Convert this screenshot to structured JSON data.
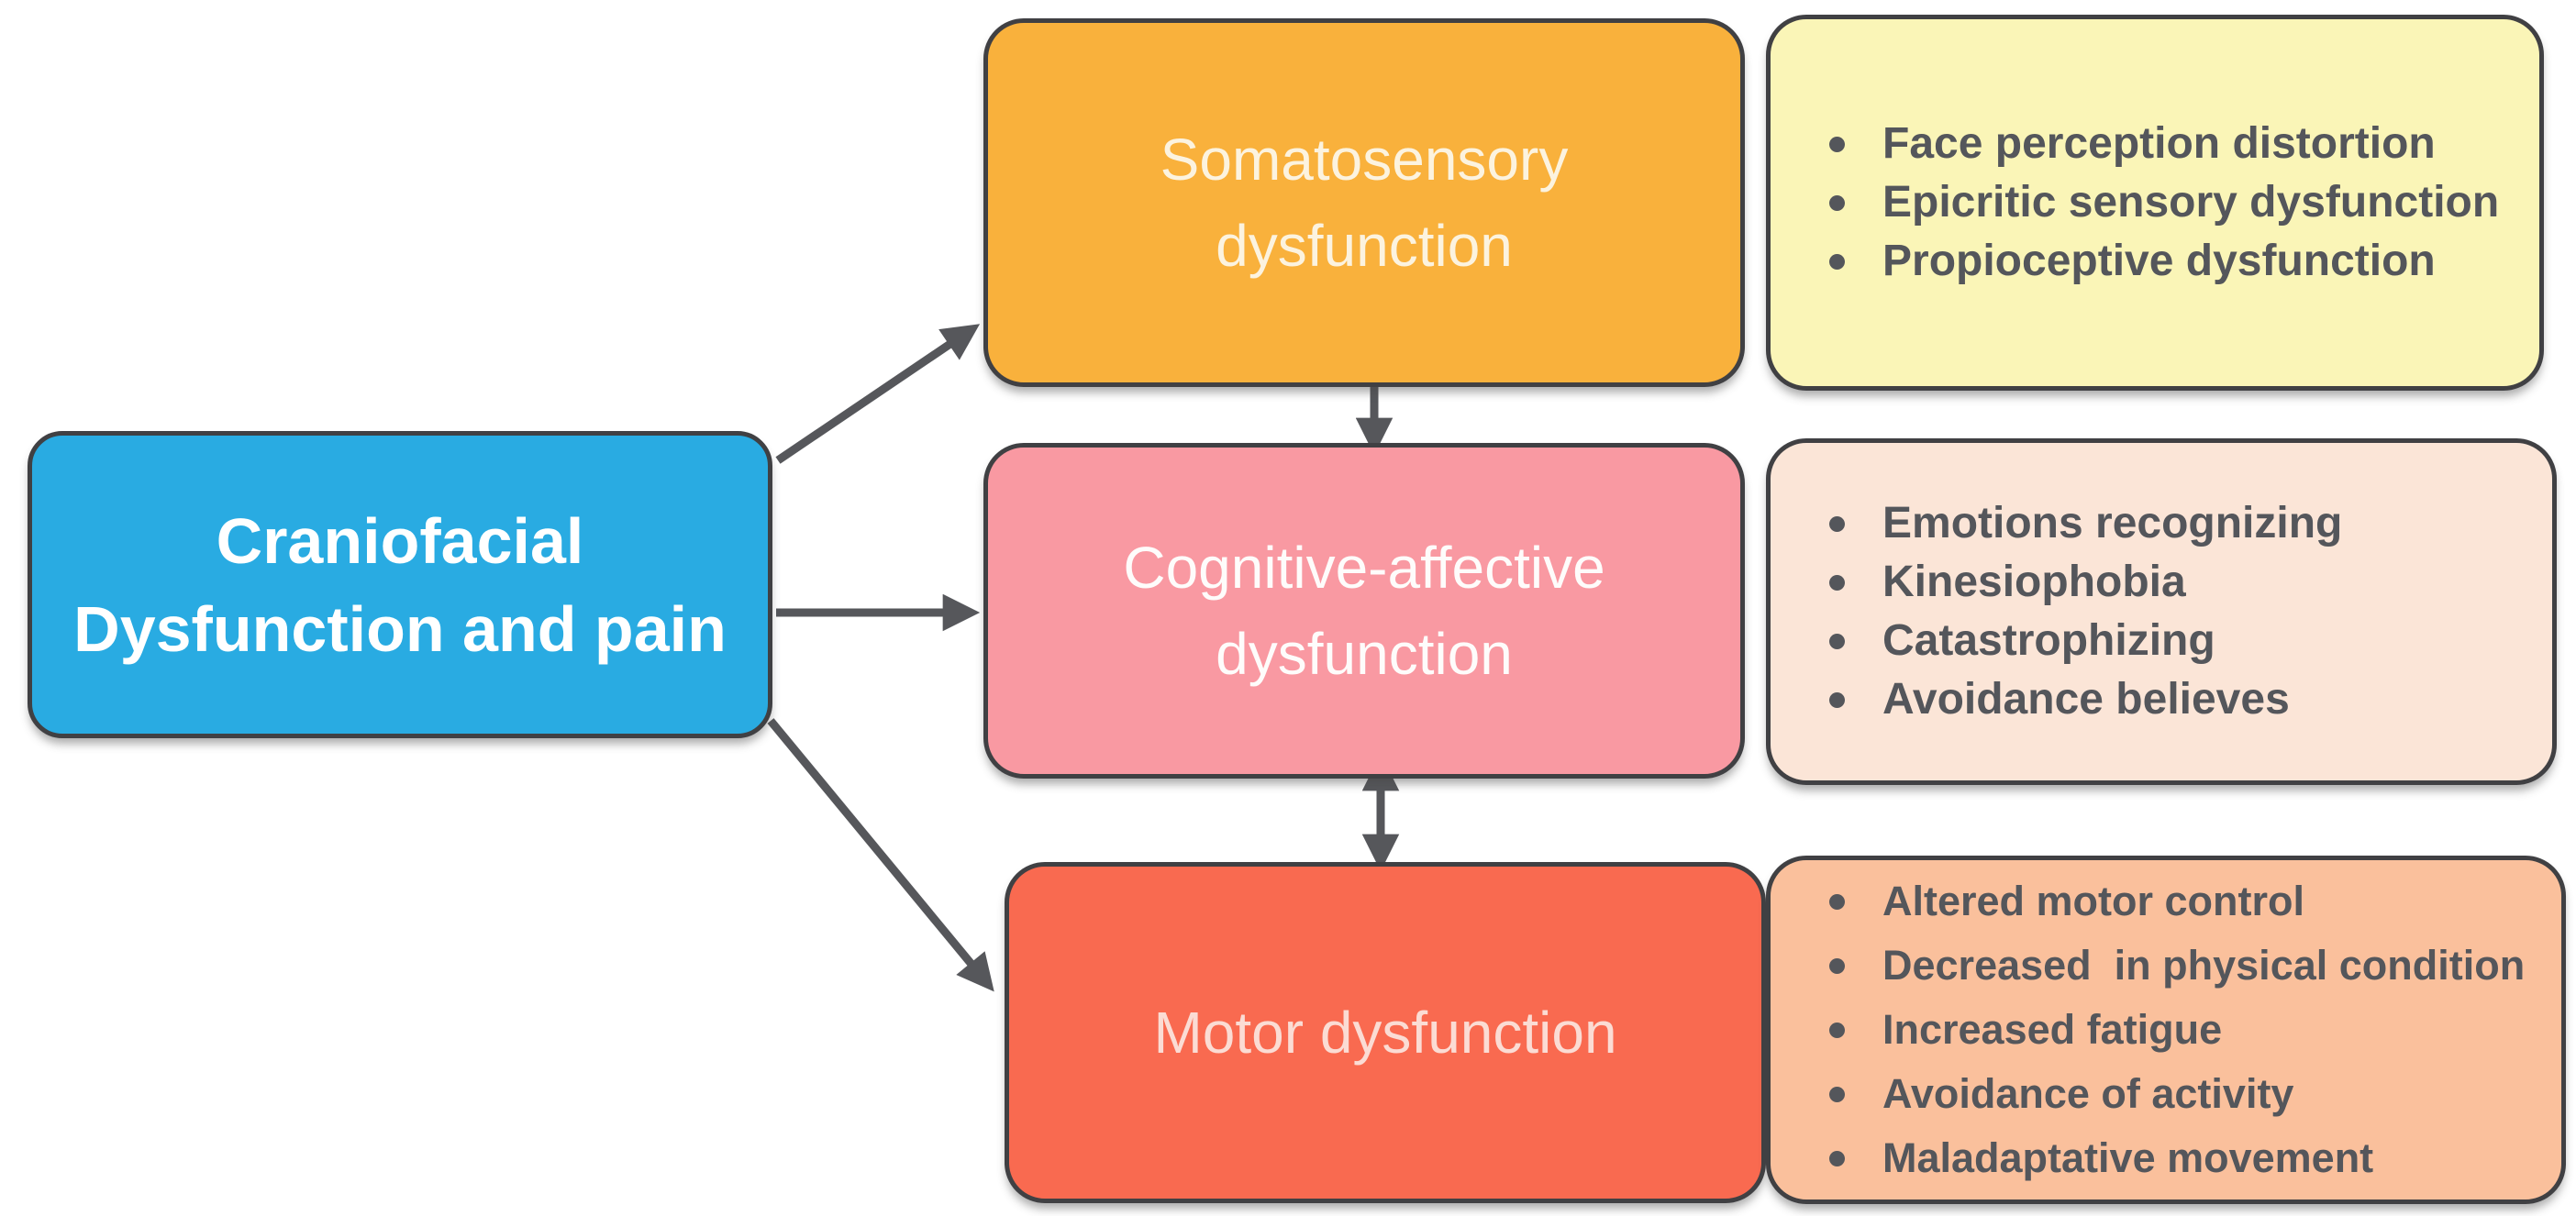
{
  "root": {
    "line1": "Craniofacial",
    "line2": "Dysfunction and pain"
  },
  "branches": [
    {
      "id": "somatosensory",
      "line1": "Somatosensory",
      "line2": "dysfunction",
      "items": [
        "Face perception distortion",
        "Epicritic sensory dysfunction",
        "Propioceptive dysfunction"
      ]
    },
    {
      "id": "cognitive-affective",
      "line1": "Cognitive-affective",
      "line2": "dysfunction",
      "items": [
        "Emotions recognizing",
        "Kinesiophobia",
        "Catastrophizing",
        "Avoidance believes"
      ]
    },
    {
      "id": "motor",
      "line1": "Motor dysfunction",
      "line2": "",
      "items": [
        "Altered motor control",
        "Decreased  in physical condition",
        "Increased fatigue",
        "Avoidance of activity",
        "Maladaptative movement"
      ]
    }
  ],
  "connections": [
    {
      "from": "root",
      "to": "somatosensory",
      "bidirectional": false
    },
    {
      "from": "root",
      "to": "cognitive-affective",
      "bidirectional": false
    },
    {
      "from": "root",
      "to": "motor",
      "bidirectional": false
    },
    {
      "from": "somatosensory",
      "to": "cognitive-affective",
      "bidirectional": true
    },
    {
      "from": "cognitive-affective",
      "to": "motor",
      "bidirectional": true
    }
  ],
  "colors": {
    "background": "#FFFFFF",
    "root": "#29ABE2",
    "root_text": "#FFFFFF",
    "somatosensory_box": "#F9B13C",
    "somatosensory_text": "#FCF3DF",
    "somatosensory_list": "#FAF5B7",
    "cognitive_box": "#F999A2",
    "cognitive_text": "#FEFCFB",
    "cognitive_list": "#FBE5D7",
    "motor_box": "#F96A50",
    "motor_text": "#FBDCD4",
    "motor_list": "#FAC09C",
    "arrow": "#56575B",
    "border": "#404043",
    "list_text": "#54565B"
  }
}
